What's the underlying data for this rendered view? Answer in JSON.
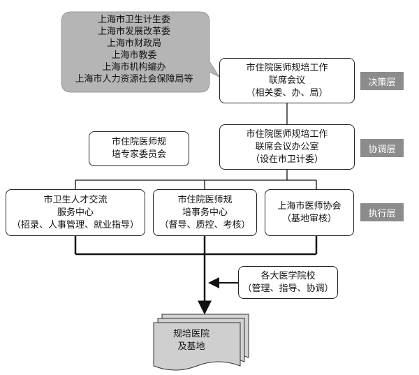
{
  "bubble": {
    "lines": [
      "上海市卫生计生委",
      "上海市发展改革委",
      "上海市财政局",
      "上海市教委",
      "上海市机构编办",
      "上海市人力资源社会保障局等"
    ]
  },
  "decision_box": {
    "lines": [
      "市住院医师规培工作",
      "联席会议",
      "（相关委、办、局）"
    ]
  },
  "office_box": {
    "lines": [
      "市住院医师规培工作",
      "联席会议办公室",
      "（设在市卫计委）"
    ]
  },
  "expert_box": {
    "lines": [
      "市住院医师规",
      "培专家委员会"
    ]
  },
  "talent_box": {
    "lines": [
      "市卫生人才交流",
      "服务中心",
      "（招录、人事管理、就业指导）"
    ]
  },
  "affairs_box": {
    "lines": [
      "市住院医师规",
      "培事务中心",
      "（督导、质控、考核）"
    ]
  },
  "association_box": {
    "lines": [
      "上海市医师协会",
      "（基地审核）"
    ]
  },
  "college_box": {
    "lines": [
      "各大医学院校",
      "（管理、指导、协调）"
    ]
  },
  "layers": {
    "decision": "决策层",
    "coordination": "协调层",
    "execution": "执行层"
  },
  "bases": {
    "lines": [
      "规培医院",
      "及基地"
    ]
  },
  "colors": {
    "bubble_fill": "#b5b5b5",
    "tag_fill": "#8c8c8c",
    "line": "#111111"
  }
}
